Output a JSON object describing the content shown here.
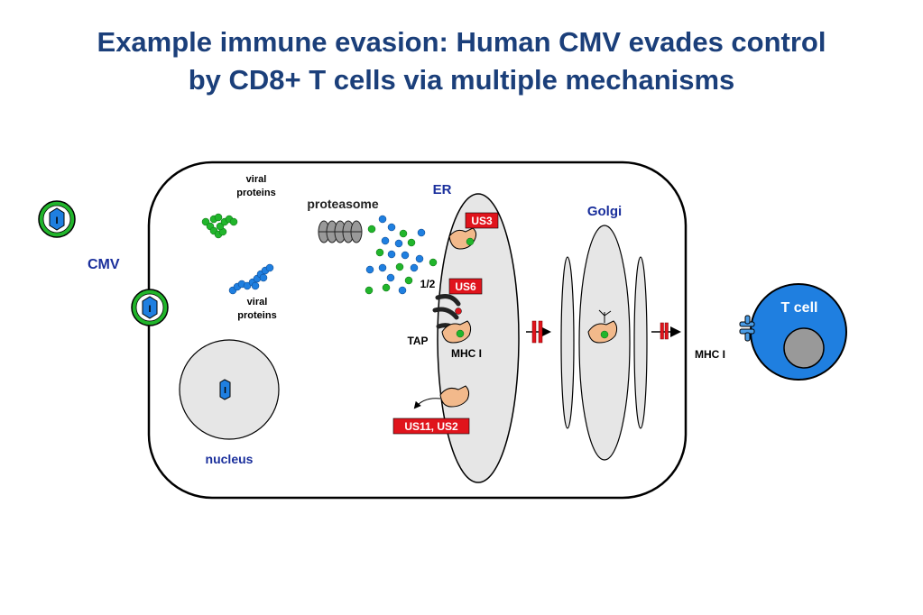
{
  "title": {
    "line1": "Example immune evasion: Human CMV evades control",
    "line2": "by CD8+ T cells via multiple mechanisms"
  },
  "labels": {
    "viral_proteins_top_1": "viral",
    "viral_proteins_top_2": "proteins",
    "viral_proteins_bottom_1": "viral",
    "viral_proteins_bottom_2": "proteins",
    "proteasome": "proteasome",
    "er": "ER",
    "golgi": "Golgi",
    "cmv": "CMV",
    "nucleus": "nucleus",
    "tap": "TAP",
    "mhc_inside": "MHC I",
    "mhc_outside": "MHC I",
    "tap_half": "1/2",
    "t_cell": "T cell",
    "virus_symbol": "I"
  },
  "badges": {
    "us3": "US3",
    "us6": "US6",
    "us11_us2": "US11, US2"
  },
  "colors": {
    "title": "#1b3f7a",
    "label_blue": "#1a2f9c",
    "badge_red": "#e0141c",
    "peptide_green": "#21b52b",
    "peptide_blue": "#1f7fe0",
    "mhc_peach": "#f2b98b",
    "t_cell_blue": "#1f7fe0",
    "organelle_gray": "#e6e6e6"
  }
}
